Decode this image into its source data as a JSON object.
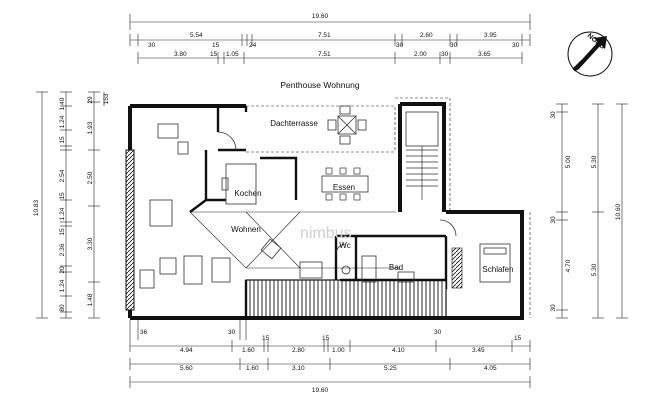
{
  "plan": {
    "title": "Penthouse Wohnung",
    "rooms": {
      "dachterrasse": "Dachterrasse",
      "kochen": "Kochen",
      "essen": "Essen",
      "wohnen": "Wohnen",
      "wc": "Wc",
      "bad": "Bad",
      "schlafen": "Schlafen"
    },
    "north_label": "NORD",
    "watermark": "nimbus"
  },
  "dims": {
    "top_total": "19.60",
    "top_row2": [
      "30",
      "5.54",
      "15",
      "24",
      "7.51",
      "30",
      "2.60",
      "30",
      "3.95",
      "30"
    ],
    "top_row3": [
      "3.80",
      "15",
      "1.05",
      "7.51",
      "2.00",
      "30",
      "3.65"
    ],
    "bottom_row1": [
      "36",
      "30",
      "30"
    ],
    "bottom_row2": [
      "4.94",
      "1.60",
      "15",
      "2.80",
      "15",
      "1.00",
      "4.10",
      "3.45",
      "15"
    ],
    "bottom_row3": [
      "5.60",
      "1.60",
      "3.10",
      "5.25",
      "4.05"
    ],
    "bottom_total": "19.60",
    "left_total": "10.83",
    "left_a": [
      "1.40",
      "1.24",
      "15",
      "2.54",
      "15",
      "1.24",
      "15",
      "2.36",
      "20",
      "1.24",
      "80"
    ],
    "left_b": [
      "29",
      "1.93",
      "2.50",
      "3.30",
      "1.48"
    ],
    "left_c": "153",
    "right_outer": "10.60",
    "right_a": [
      "30",
      "5.00",
      "30",
      "4.70",
      "30"
    ],
    "right_b": [
      "5.30",
      "5.30"
    ]
  }
}
